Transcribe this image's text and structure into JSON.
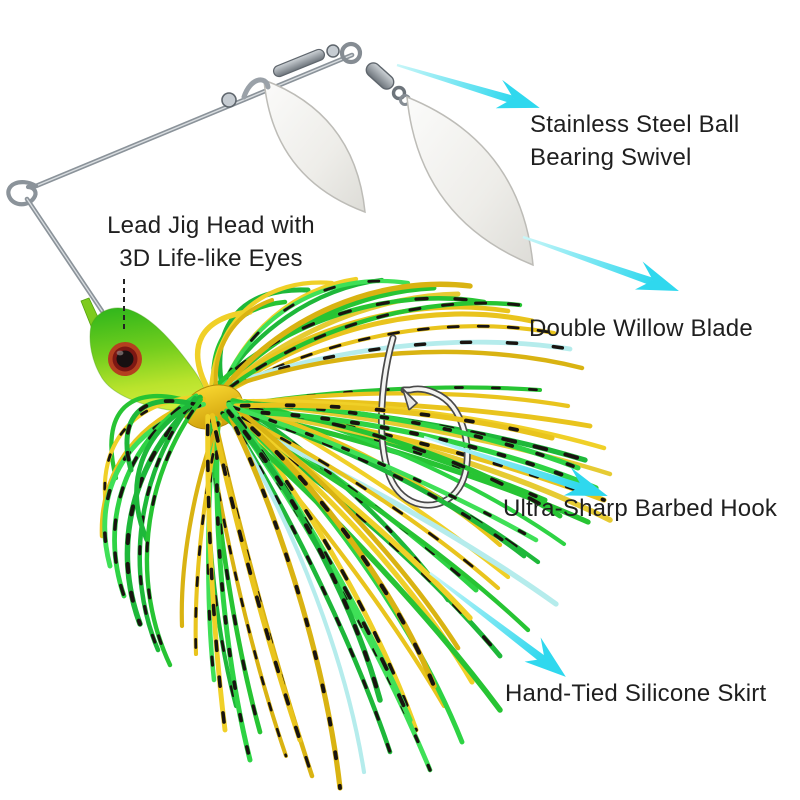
{
  "annotations": {
    "swivel": "Stainless Steel Ball\nBearing Swivel",
    "jig_head": "Lead Jig Head with\n3D Life-like Eyes",
    "blade": "Double Willow Blade",
    "hook": "Ultra-Sharp Barbed Hook",
    "skirt": "Hand-Tied Silicone Skirt"
  },
  "colors": {
    "annotation_text": "#1f1f1f",
    "arrow_cyan": "#2fd8ee",
    "arrow_cyan_light": "#c9f6f8",
    "skirt_yellow": "#e9c41d",
    "skirt_green": "#2ed344",
    "skirt_pale": "#b5ecec",
    "skirt_band_black": "#191410",
    "head_green": "#2db51c",
    "head_chartreuse": "#cdeb3a",
    "eye_ring_red": "#b4401f",
    "eye_inner_red": "#7c1713",
    "eye_pupil": "#181011",
    "collar_yellow": "#eec31c",
    "blade_silver": "#efeeea",
    "metal_gray": "#8b939a"
  }
}
